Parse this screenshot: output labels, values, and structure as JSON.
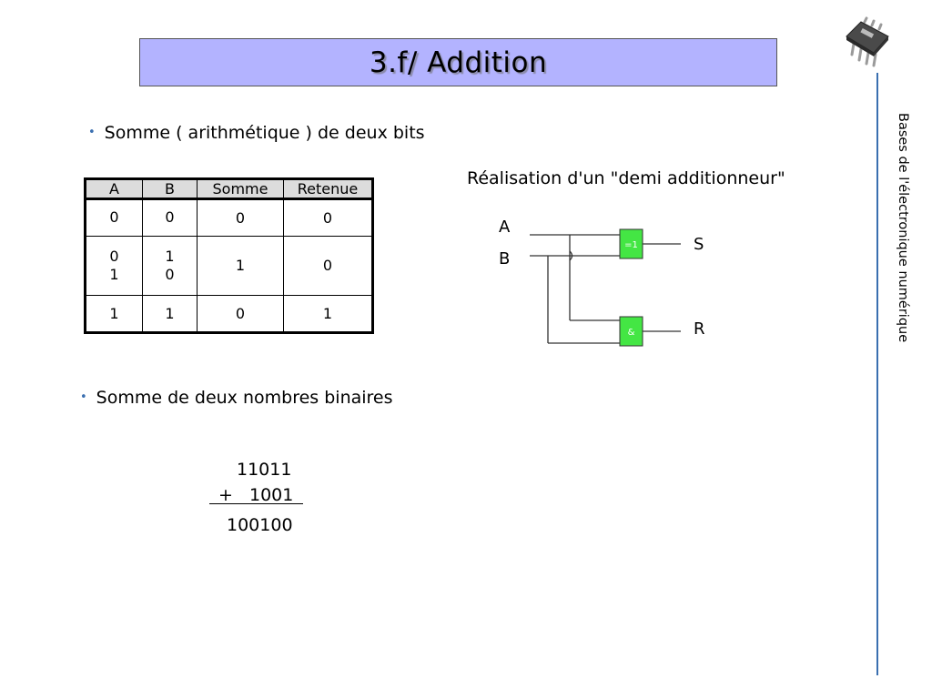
{
  "slide": {
    "title": "3.f/  Addition",
    "side_title": "Bases de l'électronique numérique",
    "accent_color": "#3a6fb0",
    "title_background": "#b3b3ff"
  },
  "bullets": [
    "Somme ( arithmétique ) de deux bits",
    "Somme de deux nombres binaires"
  ],
  "truth_table": {
    "headers": [
      "A",
      "B",
      "Somme",
      "Retenue"
    ],
    "rows": [
      {
        "a": [
          "0"
        ],
        "b": [
          "0"
        ],
        "somme": "0",
        "retenue": "0"
      },
      {
        "a": [
          "0",
          "1"
        ],
        "b": [
          "1",
          "0"
        ],
        "somme": "1",
        "retenue": "0"
      },
      {
        "a": [
          "1"
        ],
        "b": [
          "1"
        ],
        "somme": "0",
        "retenue": "1"
      }
    ]
  },
  "circuit": {
    "title": "Réalisation d'un \"demi additionneur\"",
    "inputs": [
      "A",
      "B"
    ],
    "outputs": [
      "S",
      "R"
    ],
    "gates": [
      "=1",
      "&"
    ],
    "gate_color": "#44e644"
  },
  "addition": {
    "operand1": "11011",
    "operator": "+",
    "operand2": "1001",
    "result": "100100"
  },
  "icons": {
    "logo": "microchip-icon"
  }
}
